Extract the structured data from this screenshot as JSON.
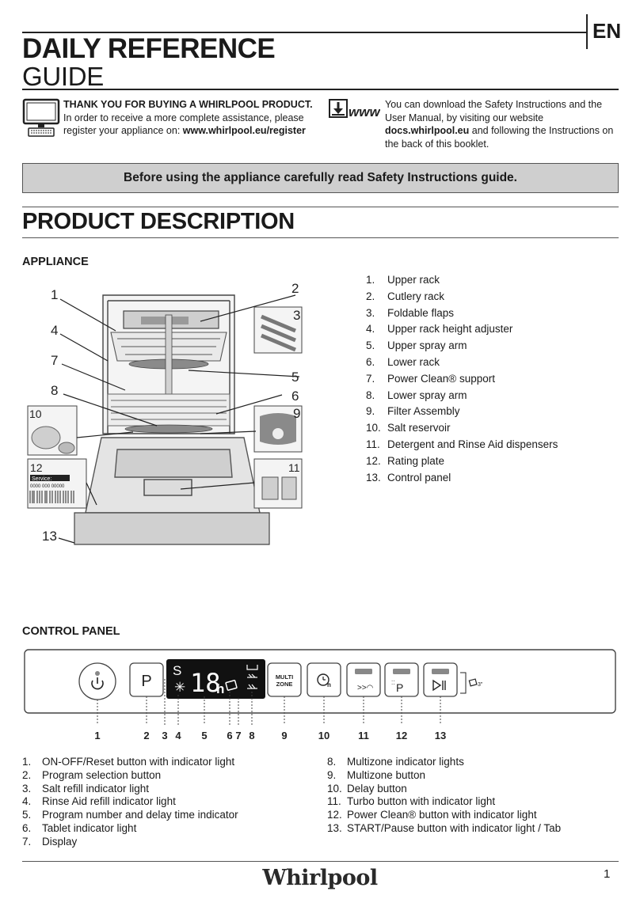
{
  "header": {
    "lang": "EN",
    "title_line1": "DAILY REFERENCE",
    "title_line2": "GUIDE"
  },
  "intro": {
    "left_bold": "THANK YOU FOR BUYING A WHIRLPOOL PRODUCT.",
    "left_text": "In order to receive a more complete assistance, please register your appliance on: ",
    "left_link": "www.whirlpool.eu/register",
    "www_label": "www",
    "right_text1": "You can download the Safety Instructions and the User Manual, by visiting our website ",
    "right_link": "docs.whirlpool.eu",
    "right_text2": " and following the Instructions on the back of this booklet."
  },
  "banner": {
    "text": "Before using the appliance carefully read Safety Instructions guide."
  },
  "product": {
    "heading": "PRODUCT  DESCRIPTION",
    "appliance_heading": "APPLIANCE",
    "callouts": [
      "1",
      "2",
      "3",
      "4",
      "5",
      "6",
      "7",
      "8",
      "9",
      "10",
      "11",
      "12",
      "13"
    ],
    "rating_plate": {
      "service_label": "Service:",
      "number": "0000 000 00000"
    },
    "parts": [
      {
        "num": "1.",
        "label": "Upper rack"
      },
      {
        "num": "2.",
        "label": "Cutlery rack"
      },
      {
        "num": "3.",
        "label": "Foldable flaps"
      },
      {
        "num": "4.",
        "label": "Upper rack height adjuster"
      },
      {
        "num": "5.",
        "label": "Upper spray arm"
      },
      {
        "num": "6.",
        "label": "Lower  rack"
      },
      {
        "num": "7.",
        "label": "Power Clean® support"
      },
      {
        "num": "8.",
        "label": "Lower spray arm"
      },
      {
        "num": "9.",
        "label": "Filter Assembly"
      },
      {
        "num": "10.",
        "label": "Salt reservoir"
      },
      {
        "num": "11.",
        "label": "Detergent and Rinse Aid dispensers"
      },
      {
        "num": "12.",
        "label": "Rating plate"
      },
      {
        "num": "13.",
        "label": "Control panel"
      }
    ]
  },
  "control_panel": {
    "heading": "CONTROL PANEL",
    "program_key": "P",
    "display_salt": "S",
    "display_digits": "18",
    "display_unit": "h",
    "multizone_line1": "MULTI",
    "multizone_line2": "ZONE",
    "delay_unit": "h",
    "power_clean_letter": "P",
    "tab_label": "3\"",
    "callouts": [
      "1",
      "2",
      "3",
      "4",
      "5",
      "6",
      "7",
      "8",
      "9",
      "10",
      "11",
      "12",
      "13"
    ],
    "items_left": [
      {
        "num": "1.",
        "label": "ON-OFF/Reset button with indicator light"
      },
      {
        "num": "2.",
        "label": "Program selection button"
      },
      {
        "num": "3.",
        "label": "Salt refill indicator light"
      },
      {
        "num": "4.",
        "label": "Rinse Aid refill indicator light"
      },
      {
        "num": "5.",
        "label": "Program number and delay time indicator"
      },
      {
        "num": "6.",
        "label": "Tablet indicator light"
      },
      {
        "num": "7.",
        "label": "Display"
      }
    ],
    "items_right": [
      {
        "num": "8.",
        "label": "Multizone indicator lights"
      },
      {
        "num": "9.",
        "label": "Multizone button"
      },
      {
        "num": "10.",
        "label": "Delay button"
      },
      {
        "num": "11.",
        "label": "Turbo button with indicator light"
      },
      {
        "num": "12.",
        "label": "Power Clean® button with indicator light"
      },
      {
        "num": "13.",
        "label": "START/Pause button with indicator light / Tab"
      }
    ]
  },
  "footer": {
    "brand": "Whirlpool",
    "page": "1"
  },
  "colors": {
    "banner_bg": "#cfcfcf",
    "display_bg": "#111111",
    "indicator_gray": "#888888",
    "line": "#222222"
  }
}
